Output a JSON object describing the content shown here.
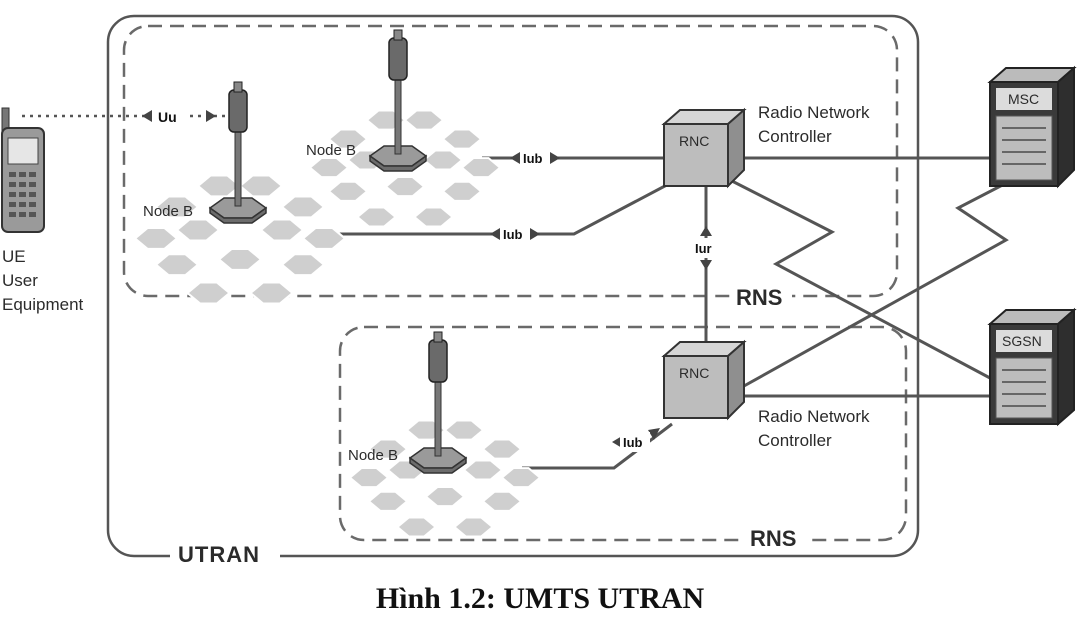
{
  "caption": "Hình 1.2: UMTS UTRAN",
  "labels": {
    "utran": "UTRAN",
    "rns": "RNS",
    "node_b": "Node B",
    "rnc": "RNC",
    "rnc_desc_line1": "Radio Network",
    "rnc_desc_line2": "Controller",
    "msc": "MSC",
    "sgsn": "SGSN",
    "ue_line1": "UE",
    "ue_line2": "User",
    "ue_line3": "Equipment"
  },
  "interfaces": {
    "uu": "Uu",
    "iub": "Iub",
    "iur": "Iur"
  },
  "colors": {
    "line": "#555555",
    "dash": "#6a6a6a",
    "hex_cell": "#cfcfcf",
    "box_front": "#bdbdbd",
    "box_side": "#8f8f8f",
    "server_dark": "#2e2e2e"
  }
}
